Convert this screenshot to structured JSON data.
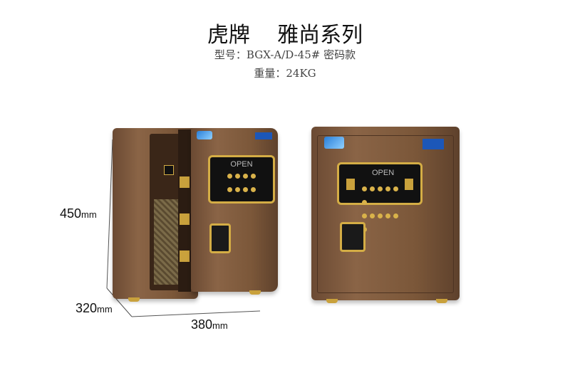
{
  "header": {
    "title": "虎牌    雅尚系列",
    "model": "型号：BGX-A/D-45# 密码款",
    "weight": "重量：24KG"
  },
  "dimensions": {
    "height": {
      "value": "450",
      "unit": "mm"
    },
    "depth": {
      "value": "320",
      "unit": "mm"
    },
    "width": {
      "value": "380",
      "unit": "mm"
    }
  },
  "safe_display": {
    "left": "OPEN",
    "right": "OPEN"
  },
  "colors": {
    "body": "#7b5739",
    "trim": "#d4ad45"
  }
}
